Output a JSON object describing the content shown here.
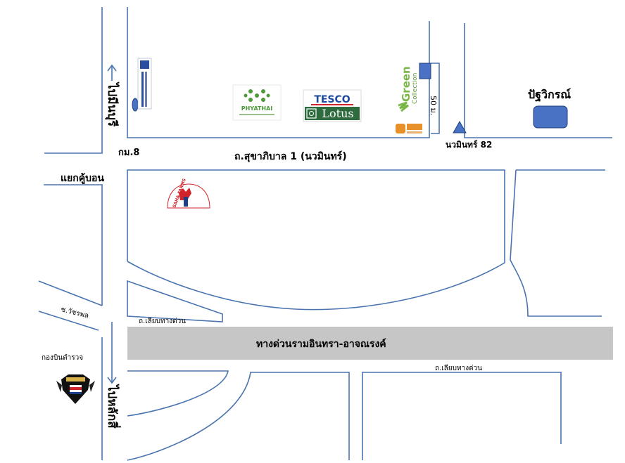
{
  "labels": {
    "to_min_buri": "ไปมีนบุรี",
    "km8": "กม.8",
    "main_road": "ถ.สุขาภิบาล 1 (นวมินทร์)",
    "distance": "50 ม.",
    "nawamin82": "นวมินทร์ 82",
    "pattavikorn": "ปัฐวิกรณ์",
    "khu_bon_junction": "แยกคู้บอน",
    "watcharapol": "ซ.วัชรพล",
    "frontage_road_left": "ถ.เลียบทางด่วน",
    "frontage_road_right": "ถ.เลียบทางด่วน",
    "expressway": "ทางด่วนรามอินทรา-อาจณรงค์",
    "police_aviation": "กองบินตำรวจ",
    "to_lak_si": "ไปหลักสี่"
  },
  "logos": {
    "tesco_top": "TESCO",
    "tesco_bottom": "Lotus",
    "phyathai": "PHYATHAI",
    "green": "Green",
    "collection": "Collection",
    "saha_farms": "SAHA FARMS"
  },
  "colors": {
    "road": "#4a74b0",
    "marker_fill": "#4a72c4",
    "expressway_band": "#c6c6c6",
    "tesco_red": "#d2232a",
    "tesco_green": "#2e6b3e",
    "phyathai_green": "#4d9a3a",
    "green_collection": "#7ab648"
  },
  "icons": {
    "hospital_logo": "hospital-logo-icon",
    "arrow_up": "arrow-up-icon",
    "arrow_down": "arrow-down-icon",
    "triangle_marker": "triangle-marker-icon",
    "police_emblem": "police-emblem-icon"
  }
}
